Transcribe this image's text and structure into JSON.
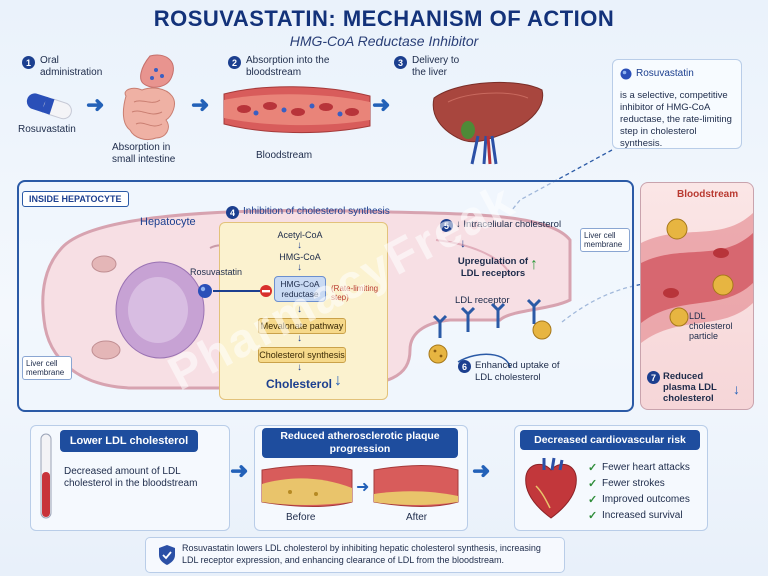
{
  "header": {
    "title": "ROSUVASTATIN: MECHANISM OF ACTION",
    "subtitle": "HMG-CoA Reductase Inhibitor"
  },
  "steps": {
    "s1": {
      "num": "1",
      "text": "Oral administration",
      "pill_label": "Rosuvastatin",
      "sub": "Absorption in small intestine"
    },
    "s2": {
      "num": "2",
      "text": "Absorption into the bloodstream",
      "sub": "Bloodstream"
    },
    "s3": {
      "num": "3",
      "text": "Delivery to the liver"
    },
    "s4": {
      "num": "4",
      "text": "Inhibition of cholesterol synthesis"
    },
    "s5": {
      "num": "5",
      "text": "↓ Intracellular cholesterol"
    },
    "s6": {
      "num": "6",
      "text": "Enhanced uptake of LDL cholesterol"
    },
    "s7": {
      "num": "7",
      "text": "Reduced plasma LDL cholesterol"
    }
  },
  "info": {
    "title": "Rosuvastatin",
    "text": "is a selective, competitive inhibitor of HMG-CoA reductase, the rate-limiting step in cholesterol synthesis."
  },
  "hepatocyte": {
    "tag": "INSIDE HEPATOCYTE",
    "cell_label": "Hepatocyte",
    "drug_label": "Rosuvastatin",
    "membrane_left": "Liver cell membrane",
    "membrane_right": "Liver cell membrane",
    "upregulation": "Upregulation of LDL receptors",
    "ldl_receptor": "LDL receptor",
    "pathway": {
      "acetyl": "Acetyl-CoA",
      "hmg": "HMG-CoA",
      "reductase": "HMG-CoA reductase",
      "rate_limiting": "(Rate-limiting step)",
      "mevalonate": "Mevalonate pathway",
      "synthesis": "Cholesterol synthesis",
      "cholesterol": "Cholesterol"
    }
  },
  "blood_panel": {
    "title": "Bloodstream",
    "particle": "LDL cholesterol particle"
  },
  "bottom": {
    "b1": {
      "title": "Lower LDL cholesterol",
      "text": "Decreased amount of LDL cholesterol in the bloodstream"
    },
    "b2": {
      "title": "Reduced atherosclerotic plaque progression",
      "before": "Before",
      "after": "After"
    },
    "b3": {
      "title": "Decreased cardiovascular risk",
      "items": [
        "Fewer heart attacks",
        "Fewer strokes",
        "Improved outcomes",
        "Increased survival"
      ]
    }
  },
  "note": "Rosuvastatin lowers LDL cholesterol by inhibiting hepatic cholesterol synthesis, increasing LDL receptor expression, and enhancing clearance of LDL from the bloodstream.",
  "watermark": "PharmacyFreak",
  "colors": {
    "primary": "#1c3f8f",
    "accent": "#2361b8",
    "up": "#2f9a3a",
    "blood": "#c8333a"
  }
}
